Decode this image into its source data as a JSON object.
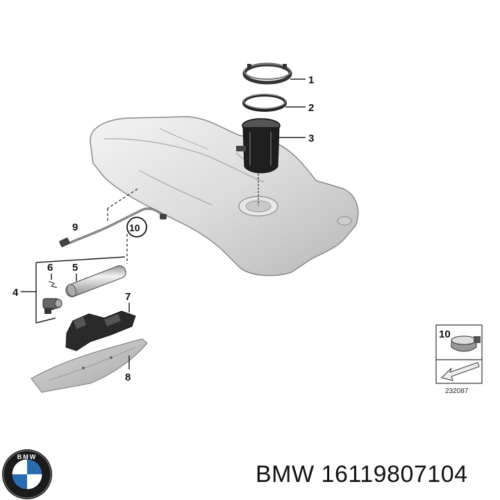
{
  "callouts": {
    "c1": "1",
    "c2": "2",
    "c3": "3",
    "c4": "4",
    "c5": "5",
    "c6": "6",
    "c7": "7",
    "c8": "8",
    "c9": "9",
    "c10": "10"
  },
  "legend": {
    "label": "10",
    "ref_number": "232087"
  },
  "logo": {
    "letters": "BMW"
  },
  "footer": {
    "text": "BMW 16119807104"
  }
}
